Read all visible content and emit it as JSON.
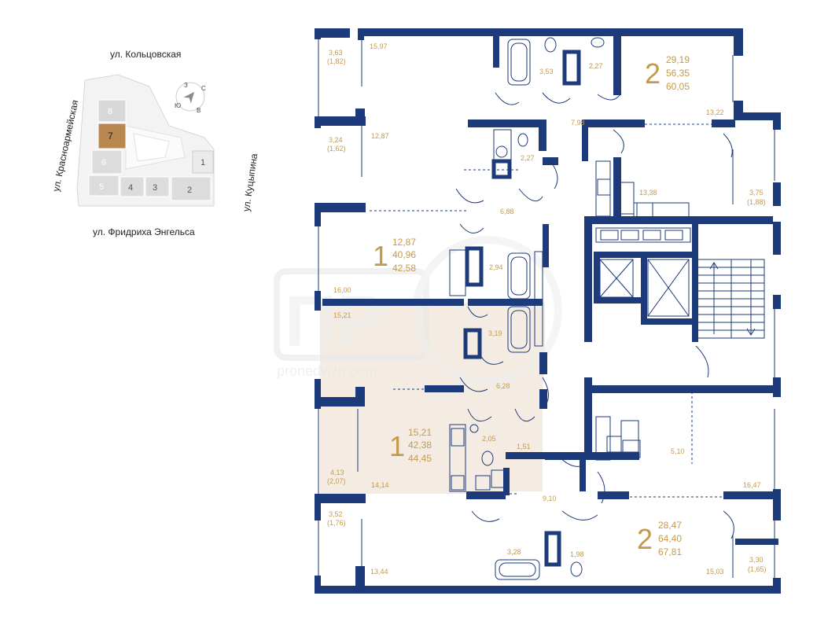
{
  "minimap": {
    "street_top": "ул. Кольцовская",
    "street_bottom": "ул. Фридриха Энгельса",
    "street_left": "ул. Красноармейская",
    "street_right": "ул. Куцыпина",
    "compass": [
      "С",
      "В",
      "Ю",
      "З"
    ],
    "buildings": [
      "8",
      "7",
      "6",
      "5",
      "4",
      "3",
      "2",
      "1"
    ],
    "selected": "7"
  },
  "watermark": {
    "logo": "ПР",
    "site": "pronedvizh.com"
  },
  "apartments": [
    {
      "rooms": "2",
      "living": "29,19",
      "total": "56,35",
      "full": "60,05"
    },
    {
      "rooms": "1",
      "living": "12,87",
      "total": "40,96",
      "full": "42,58"
    },
    {
      "rooms": "1",
      "living": "15,21",
      "total": "42,38",
      "full": "44,45"
    },
    {
      "rooms": "2",
      "living": "28,47",
      "total": "64,40",
      "full": "67,81"
    }
  ],
  "room_labels": [
    "3,63",
    "(1,82)",
    "15,97",
    "3,53",
    "2,27",
    "13,22",
    "7,98",
    "3,24",
    "(1,62)",
    "12,87",
    "2,27",
    "13,38",
    "3,75",
    "(1,88)",
    "6,88",
    "16,00",
    "2,94",
    "15,21",
    "3,19",
    "6,28",
    "4,13",
    "(2,07)",
    "14,14",
    "2,05",
    "1,51",
    "5,10",
    "16,47",
    "9,10",
    "3,52",
    "(1,76)",
    "13,44",
    "3,28",
    "1,98",
    "15,03",
    "3,30",
    "(1,65)"
  ]
}
